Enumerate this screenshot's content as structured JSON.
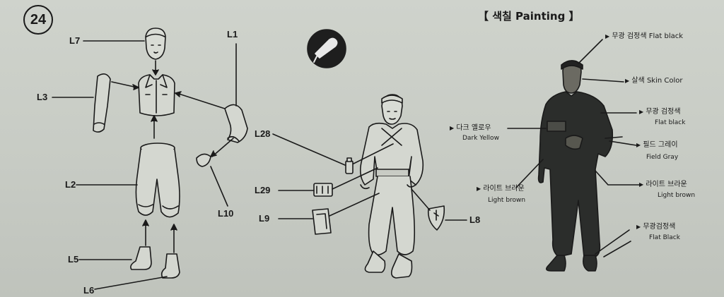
{
  "step_number": "24",
  "painting_title": "【 색칠 Painting 】",
  "parts": {
    "L7": "L7",
    "L1": "L1",
    "L3": "L3",
    "L2": "L2",
    "L10": "L10",
    "L5": "L5",
    "L6": "L6",
    "L28": "L28",
    "L29": "L29",
    "L9": "L9",
    "L8": "L8"
  },
  "colors": {
    "cap": {
      "ko": "무광 검정색",
      "en": "Flat black"
    },
    "skin": {
      "ko": "살색",
      "en": "Skin Color"
    },
    "jacket": {
      "ko": "무광 검정색",
      "en": "Flat black"
    },
    "field_gray": {
      "ko": "필드 그레이",
      "en": "Field Gray"
    },
    "dark_yellow": {
      "ko": "다크 옐로우",
      "en": "Dark Yellow"
    },
    "light_brown_left": {
      "ko": "라이트 브라운",
      "en": "Light brown"
    },
    "light_brown_right": {
      "ko": "라이트 브라운",
      "en": "Light brown"
    },
    "boots": {
      "ko": "무광검정색",
      "en": "Flat Black"
    }
  },
  "icon_names": [
    "step-number-badge",
    "glue-tube-icon"
  ],
  "swatches": {
    "paper": "#c9cdc6",
    "ink": "#1a1a1a",
    "figure_dark": "#2b2d2b"
  }
}
